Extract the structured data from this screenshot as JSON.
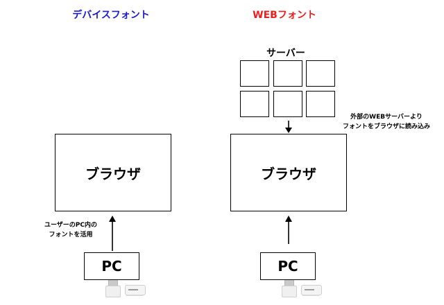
{
  "left_panel": {
    "title": "デバイスフォント",
    "browser_label": "ブラウザ",
    "pc_label": "PC",
    "note_lines": [
      "ユーザーのPC内の",
      "フォントを活用"
    ]
  },
  "right_panel": {
    "title": "WEBフォント",
    "server_label": "サーバー",
    "browser_label": "ブラウザ",
    "pc_label": "PC",
    "note_lines": [
      "外部のWEBサーバーより",
      "フォントをブラウザに読み込み"
    ]
  },
  "colors": {
    "device_font_title": "#1a1ad6",
    "web_font_title": "#ee1d1d",
    "stroke": "#000000"
  }
}
